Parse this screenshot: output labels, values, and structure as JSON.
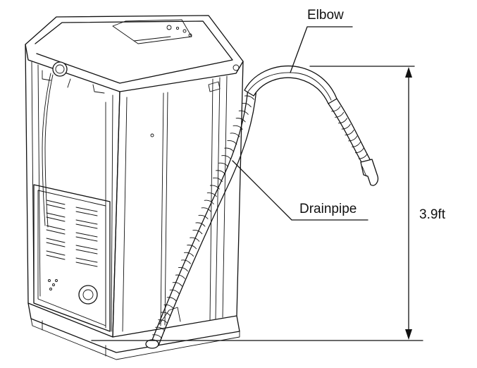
{
  "diagram": {
    "labels": {
      "elbow": "Elbow",
      "drainpipe": "Drainpipe",
      "height": "3.9ft"
    },
    "colors": {
      "line": "#111111",
      "background": "#ffffff"
    },
    "parts": [
      "washing-machine",
      "elbow",
      "drainpipe",
      "height-dimension"
    ]
  }
}
